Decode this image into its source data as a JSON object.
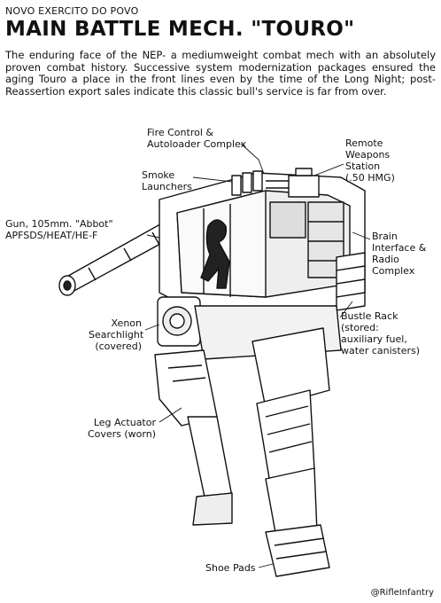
{
  "header": {
    "kicker": "NOVO EXERCITO DO POVO",
    "title": "MAIN BATTLE MECH. \"TOURO\"",
    "description": "The enduring face of the NEP- a mediumweight combat mech with an absolutely proven combat history. Successive system modernization packages ensured the aging Touro a place in the front lines even by the time of the Long Night; post-Reassertion export sales indicate this classic bull's service is far from over."
  },
  "labels": {
    "fire_control": [
      "Fire Control &",
      "Autoloader Complex"
    ],
    "remote_weapons": [
      "Remote",
      "Weapons",
      "Station",
      "(.50 HMG)"
    ],
    "smoke": [
      "Smoke",
      "Launchers"
    ],
    "gun": [
      "Gun, 105mm. \"Abbot\"",
      "APFSDS/HEAT/HE-F"
    ],
    "brain": [
      "Brain",
      "Interface &",
      "Radio",
      "Complex"
    ],
    "searchlight": [
      "Xenon",
      "Searchlight",
      "(covered)"
    ],
    "bustle": [
      "Bustle Rack",
      "(stored:",
      "auxiliary fuel,",
      "water canisters)"
    ],
    "leg_covers": [
      "Leg Actuator",
      "Covers (worn)"
    ],
    "shoe_pads": [
      "Shoe Pads"
    ]
  },
  "credit": "@RifleInfantry"
}
